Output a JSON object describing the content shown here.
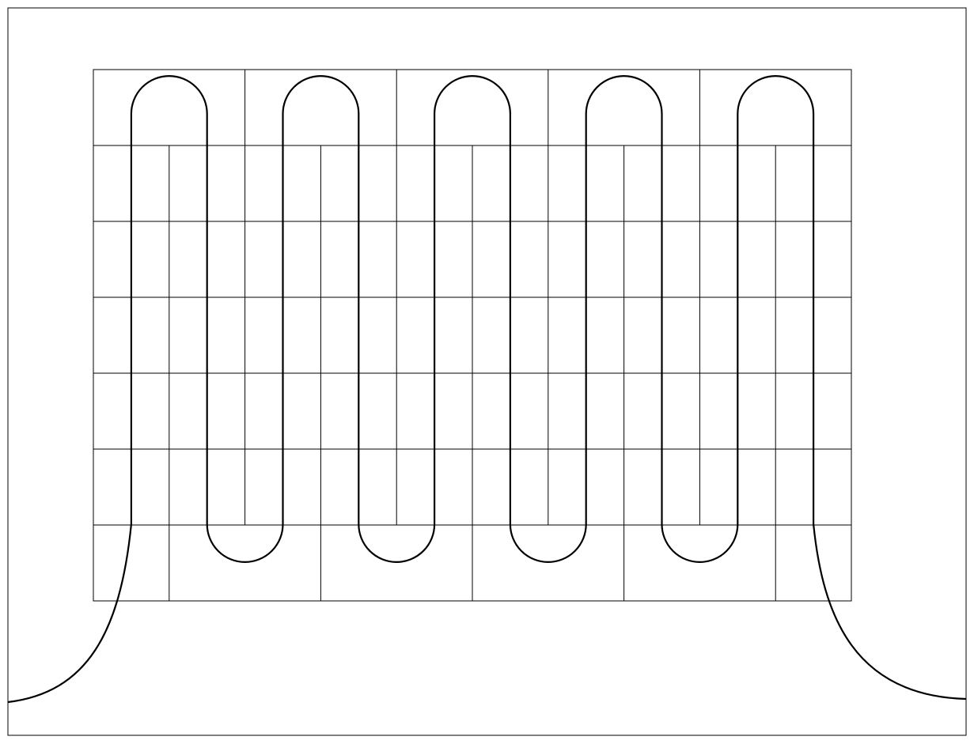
{
  "diagram": {
    "kind": "serpentine-loop-over-grid",
    "colors": {
      "background": "#ffffff",
      "frame": "#000000",
      "grid": "#000000",
      "path": "#000000"
    },
    "grid": {
      "rows": 7,
      "major_columns": 5,
      "top_row_split": "major-columns-only",
      "middle_rows_split": "major-columns-halved",
      "bottom_row_split": "offset-half-column"
    },
    "serpentine": {
      "vertical_runs": 10,
      "top_turns": 5,
      "bottom_turns": 4,
      "lead_wires": 2
    }
  }
}
